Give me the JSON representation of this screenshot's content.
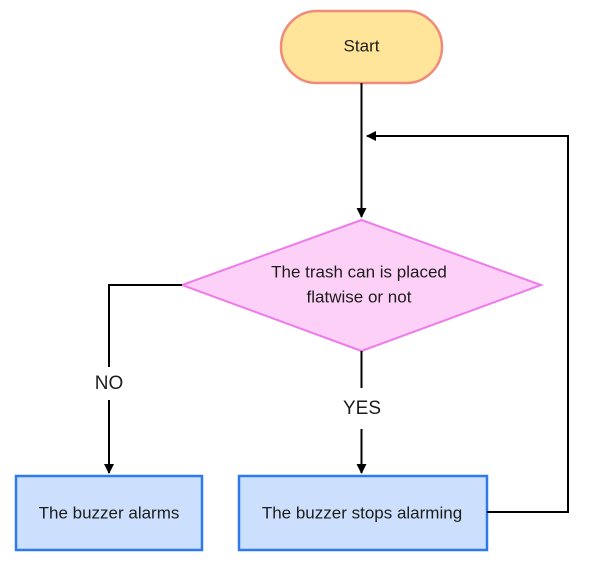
{
  "diagram": {
    "nodes": {
      "start": {
        "label": "Start",
        "fill": "#ffe59a",
        "stroke": "#f08a7a"
      },
      "decision": {
        "line1": "The trash can is placed",
        "line2": "flatwise or not",
        "fill": "#fdd0f7",
        "stroke": "#ee7bea"
      },
      "alarm": {
        "label": "The buzzer alarms",
        "fill": "#cce0fd",
        "stroke": "#2f79ea"
      },
      "stop": {
        "label": "The buzzer stops alarming",
        "fill": "#cce0fd",
        "stroke": "#2f79ea"
      }
    },
    "edges": {
      "no_label": "NO",
      "yes_label": "YES"
    }
  }
}
